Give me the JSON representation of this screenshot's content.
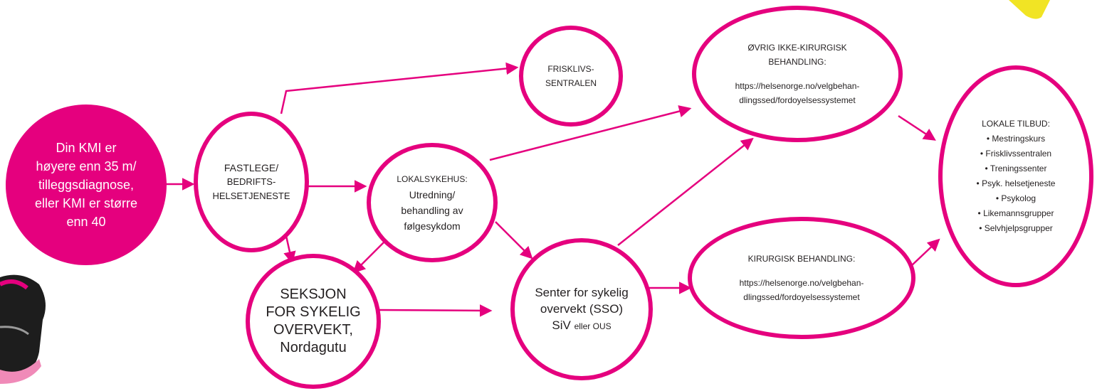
{
  "colors": {
    "accent": "#e5007e",
    "text": "#231f20",
    "start_fill": "#e5007e",
    "start_text": "#ffffff",
    "decor_yellow": "#f1e424"
  },
  "nodes": {
    "start": {
      "lines": [
        "Din KMI er",
        "høyere enn 35 m/",
        "tilleggsdiagnose,",
        "eller KMI er større",
        "enn 40"
      ]
    },
    "fastlege": {
      "lines": [
        "FASTLEGE/",
        "BEDRIFTS-",
        "HELSETJENESTE"
      ]
    },
    "frisklivs": {
      "lines": [
        "FRISKLIVS-",
        "SENTRALEN"
      ]
    },
    "lokalsykehus": {
      "lines": [
        "LOKALSYKEHUS:",
        "Utredning/",
        "behandling av",
        "følgesykdom"
      ]
    },
    "seksjon": {
      "lines": [
        "SEKSJON",
        "FOR SYKELIG",
        "OVERVEKT,",
        "Nordagutu"
      ]
    },
    "sso": {
      "line1": "Senter for sykelig",
      "line2": "overvekt (SSO)",
      "line3_main": "SiV",
      "line3_small": "eller OUS"
    },
    "ovrig": {
      "title_lines": [
        "ØVRIG IKKE-KIRURGISK",
        "BEHANDLING:"
      ],
      "link_lines": [
        "https://helsenorge.no/velgbehan-",
        "dlingssed/fordoyelsessystemet"
      ]
    },
    "kirurgisk": {
      "title_lines": [
        "KIRURGISK BEHANDLING:"
      ],
      "link_lines": [
        "https://helsenorge.no/velgbehan-",
        "dlingssed/fordoyelsessystemet"
      ]
    },
    "lokale": {
      "title": "LOKALE TILBUD:",
      "items": [
        "• Mestringskurs",
        "• Frisklivssentralen",
        "• Treningssenter",
        "• Psyk. helsetjeneste",
        "• Psykolog",
        "• Likemannsgrupper",
        "• Selvhjelpsgrupper"
      ]
    }
  }
}
